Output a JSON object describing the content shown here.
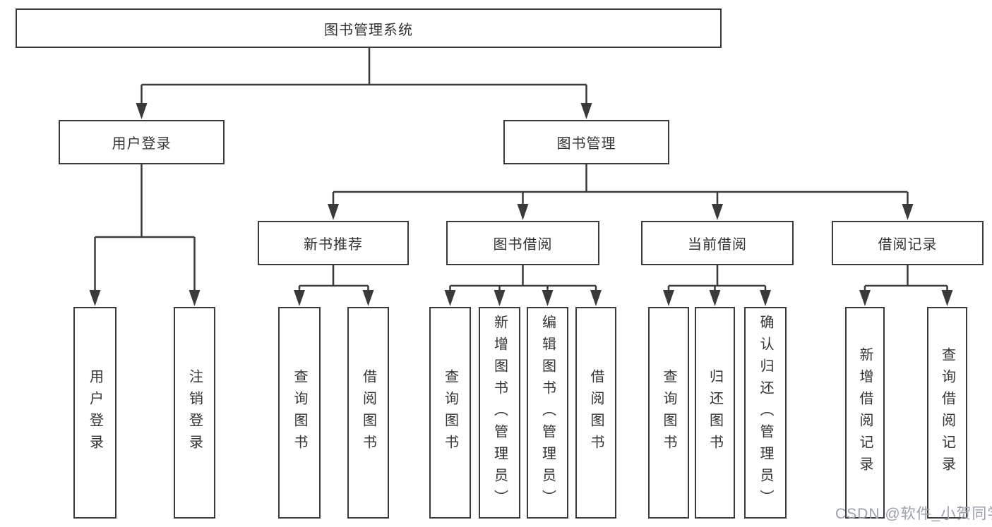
{
  "diagram": {
    "root": {
      "label": "图书管理系统"
    },
    "branches": [
      {
        "label": "用户登录",
        "children": [
          {
            "label": "用户登录"
          },
          {
            "label": "注销登录"
          }
        ]
      },
      {
        "label": "图书管理",
        "sections": [
          {
            "label": "新书推荐",
            "children": [
              {
                "label": "查询图书"
              },
              {
                "label": "借阅图书"
              }
            ]
          },
          {
            "label": "图书借阅",
            "children": [
              {
                "label": "查询图书"
              },
              {
                "label": "新增图书（管理员）"
              },
              {
                "label": "编辑图书（管理员）"
              },
              {
                "label": "借阅图书"
              }
            ]
          },
          {
            "label": "当前借阅",
            "children": [
              {
                "label": "查询图书"
              },
              {
                "label": "归还图书"
              },
              {
                "label": "确认归还（管理员）"
              }
            ]
          },
          {
            "label": "借阅记录",
            "children": [
              {
                "label": "新增借阅记录"
              },
              {
                "label": "查询借阅记录"
              }
            ]
          }
        ]
      }
    ]
  },
  "watermark": {
    "text": "CSDN @软件_小贺同学"
  },
  "colors": {
    "line": "#3a3a3a",
    "box_background": "#ffffff",
    "text": "#333333",
    "watermark": "#9aa0a8"
  }
}
